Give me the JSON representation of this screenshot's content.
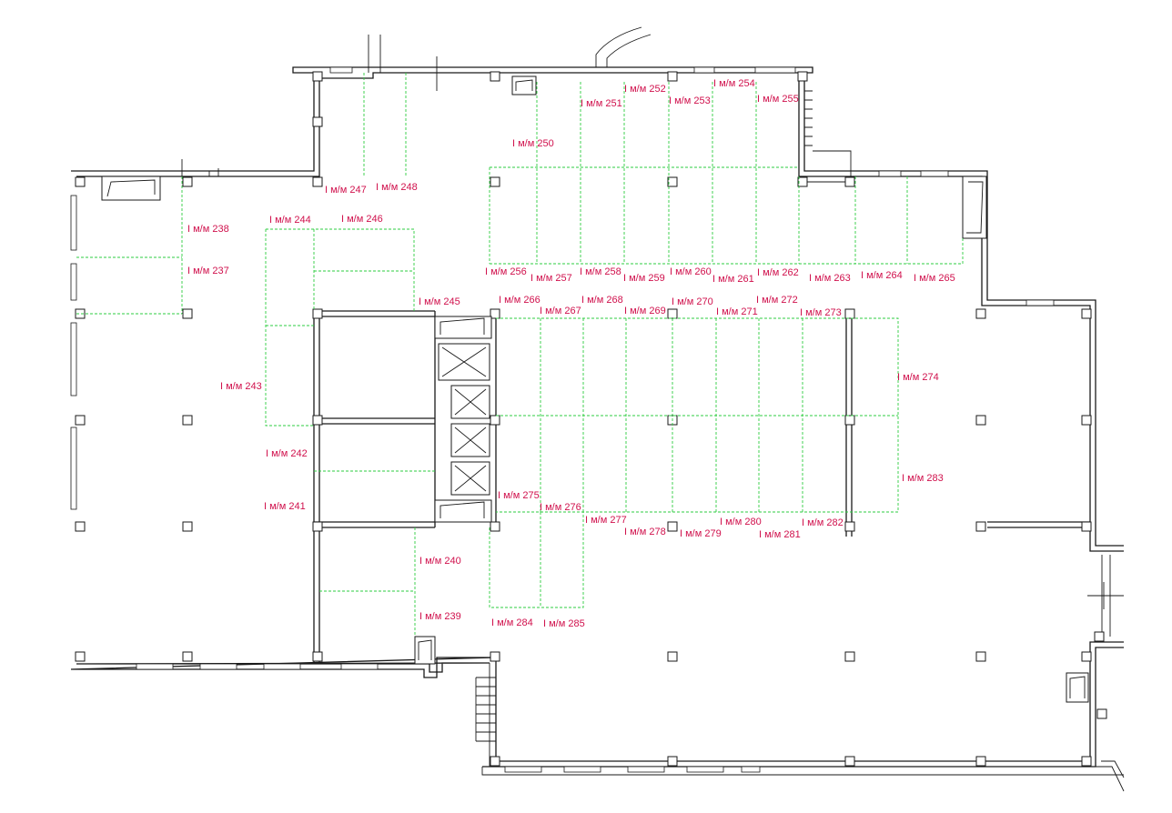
{
  "plan": {
    "spots": [
      {
        "id": "237",
        "text": "I м/м 237"
      },
      {
        "id": "238",
        "text": "I м/м 238"
      },
      {
        "id": "239",
        "text": "I м/м 239"
      },
      {
        "id": "240",
        "text": "I м/м 240"
      },
      {
        "id": "241",
        "text": "I м/м 241"
      },
      {
        "id": "242",
        "text": "I м/м 242"
      },
      {
        "id": "243",
        "text": "I м/м 243"
      },
      {
        "id": "244",
        "text": "I м/м 244"
      },
      {
        "id": "245",
        "text": "I м/м 245"
      },
      {
        "id": "246",
        "text": "I м/м 246"
      },
      {
        "id": "247",
        "text": "I м/м 247"
      },
      {
        "id": "248",
        "text": "I м/м 248"
      },
      {
        "id": "250",
        "text": "I м/м 250"
      },
      {
        "id": "251",
        "text": "I м/м 251"
      },
      {
        "id": "252",
        "text": "I м/м 252"
      },
      {
        "id": "253",
        "text": "I м/м 253"
      },
      {
        "id": "254",
        "text": "I м/м 254"
      },
      {
        "id": "255",
        "text": "I м/м 255"
      },
      {
        "id": "256",
        "text": "I м/м 256"
      },
      {
        "id": "257",
        "text": "I м/м 257"
      },
      {
        "id": "258",
        "text": "I м/м 258"
      },
      {
        "id": "259",
        "text": "I м/м 259"
      },
      {
        "id": "260",
        "text": "I м/м 260"
      },
      {
        "id": "261",
        "text": "I м/м 261"
      },
      {
        "id": "262",
        "text": "I м/м 262"
      },
      {
        "id": "263",
        "text": "I м/м 263"
      },
      {
        "id": "264",
        "text": "I м/м 264"
      },
      {
        "id": "265",
        "text": "I м/м 265"
      },
      {
        "id": "266",
        "text": "I м/м 266"
      },
      {
        "id": "267",
        "text": "I м/м 267"
      },
      {
        "id": "268",
        "text": "I м/м 268"
      },
      {
        "id": "269",
        "text": "I м/м 269"
      },
      {
        "id": "270",
        "text": "I м/м 270"
      },
      {
        "id": "271",
        "text": "I м/м 271"
      },
      {
        "id": "272",
        "text": "I м/м 272"
      },
      {
        "id": "273",
        "text": "I м/м 273"
      },
      {
        "id": "274",
        "text": "I м/м 274"
      },
      {
        "id": "275",
        "text": "I м/м 275"
      },
      {
        "id": "276",
        "text": "I м/м 276"
      },
      {
        "id": "277",
        "text": "I м/м 277"
      },
      {
        "id": "278",
        "text": "I м/м 278"
      },
      {
        "id": "279",
        "text": "I м/м 279"
      },
      {
        "id": "280",
        "text": "I м/м 280"
      },
      {
        "id": "281",
        "text": "I м/м 281"
      },
      {
        "id": "282",
        "text": "I м/м 282"
      },
      {
        "id": "283",
        "text": "I м/м 283"
      },
      {
        "id": "284",
        "text": "I м/м 284"
      },
      {
        "id": "285",
        "text": "I м/м 285"
      }
    ],
    "colors": {
      "wall": "#1a1a1a",
      "stall_line": "#2ecc40",
      "label": "#d0104c",
      "background": "#ffffff"
    }
  }
}
